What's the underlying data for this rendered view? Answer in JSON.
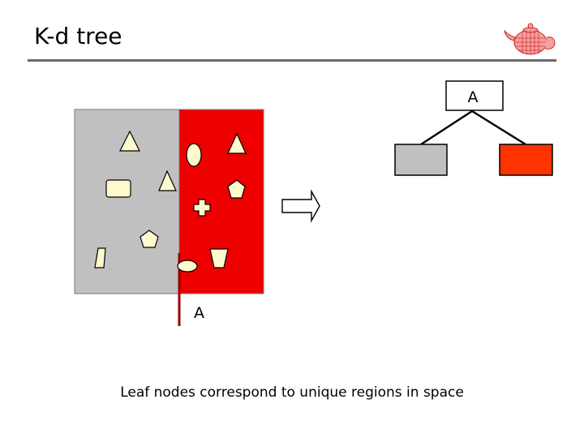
{
  "slide": {
    "title": "K-d tree",
    "caption": "Leaf nodes correspond to unique regions in space"
  },
  "diagram": {
    "split_label": "A",
    "root_node_label": "A",
    "colors": {
      "left_region": "#c0c0c0",
      "right_region": "#ee0000",
      "split_line": "#990000",
      "shape_fill": "#fffacd",
      "left_leaf": "#c0c0c0",
      "right_leaf": "#ff3300"
    },
    "icons": [
      "teapot-icon",
      "right-arrow-icon"
    ]
  }
}
